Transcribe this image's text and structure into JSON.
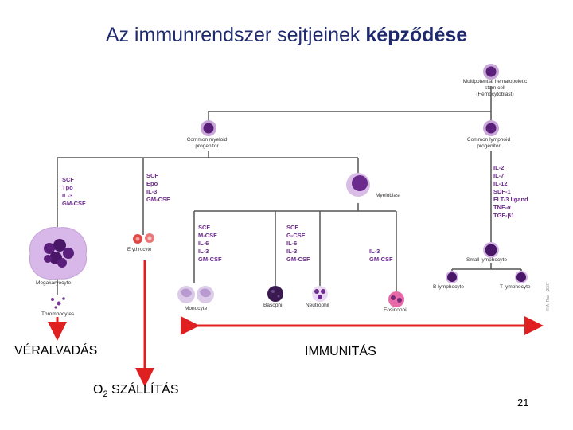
{
  "title": {
    "normal": "Az immunrendszer sejtjeinek ",
    "bold": "képződése"
  },
  "stem_cell": [
    "Multipotential hematopoietic",
    "stem cell",
    "(Hemocytoblast)"
  ],
  "myeloid_progenitor": [
    "Common myeloid",
    "progenitor"
  ],
  "lymphoid_progenitor": [
    "Common lymphoid",
    "progenitor"
  ],
  "factors": {
    "megakaryocyte": [
      "SCF",
      "Tpo",
      "IL-3",
      "GM-CSF"
    ],
    "erythrocyte": [
      "SCF",
      "Epo",
      "IL-3",
      "GM-CSF"
    ],
    "monocyte": [
      "SCF",
      "M-CSF",
      "IL-6",
      "IL-3",
      "GM-CSF"
    ],
    "granulocyte": [
      "SCF",
      "G-CSF",
      "IL-6",
      "IL-3",
      "GM-CSF"
    ],
    "eosinophil": [
      "IL-3",
      "GM-CSF"
    ],
    "lymphoid": [
      "IL-2",
      "IL-7",
      "IL-12",
      "SDF-1",
      "FLT-3 ligand",
      "TNF-α",
      "TGF-β1"
    ]
  },
  "cells": {
    "myeloblast": "Myeloblast",
    "megakaryocyte": "Megakaryocyte",
    "thrombocytes": "Thrombocytes",
    "erythrocyte": "Erythrocyte",
    "monocyte": "Monocyte",
    "basophil": "Basophil",
    "neutrophil": "Neutrophil",
    "eosinophil": "Eosinophil",
    "small_lymphocyte": "Small lymphocyte",
    "b_lymphocyte": "B lymphocyte",
    "t_lymphocyte": "T lymphocyte"
  },
  "credit": "© A. Rad - 2007",
  "labels": {
    "veralvadas": "VÉRALVADÁS",
    "o2_prefix": "O",
    "o2_sub": "2",
    "o2_suffix": " SZÁLLÍTÁS",
    "immunitas": "IMMUNITÁS"
  },
  "page_number": "21",
  "colors": {
    "arrow": "#e02020",
    "tree": "#555555",
    "factor_text": "#6b2a8a",
    "cell": "#5a1f7a",
    "cell_light": "#c8a6d8"
  }
}
